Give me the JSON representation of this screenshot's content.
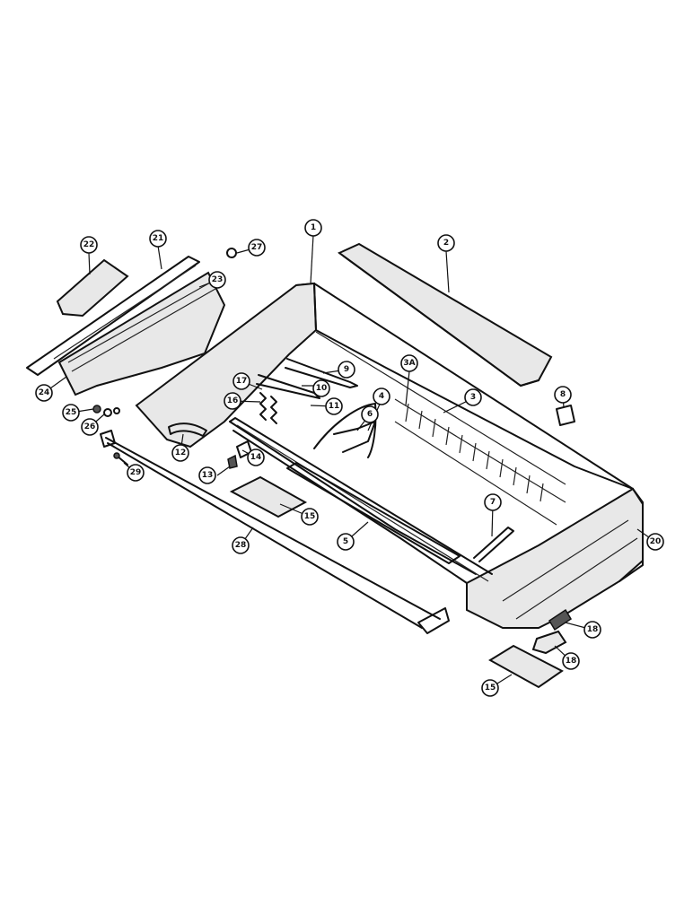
{
  "callouts": [
    {
      "id": "c1",
      "label": "1"
    },
    {
      "id": "c2",
      "label": "2"
    },
    {
      "id": "c3",
      "label": "3"
    },
    {
      "id": "c3a",
      "label": "3A"
    },
    {
      "id": "c4",
      "label": "4"
    },
    {
      "id": "c5",
      "label": "5"
    },
    {
      "id": "c6",
      "label": "6"
    },
    {
      "id": "c7",
      "label": "7"
    },
    {
      "id": "c8",
      "label": "8"
    },
    {
      "id": "c9",
      "label": "9"
    },
    {
      "id": "c10",
      "label": "10"
    },
    {
      "id": "c11",
      "label": "11"
    },
    {
      "id": "c12",
      "label": "12"
    },
    {
      "id": "c13",
      "label": "13"
    },
    {
      "id": "c14",
      "label": "14"
    },
    {
      "id": "c15a",
      "label": "15"
    },
    {
      "id": "c15b",
      "label": "15"
    },
    {
      "id": "c16",
      "label": "16"
    },
    {
      "id": "c17",
      "label": "17"
    },
    {
      "id": "c18a",
      "label": "18"
    },
    {
      "id": "c18b",
      "label": "18"
    },
    {
      "id": "c20",
      "label": "20"
    },
    {
      "id": "c21",
      "label": "21"
    },
    {
      "id": "c22",
      "label": "22"
    },
    {
      "id": "c23",
      "label": "23"
    },
    {
      "id": "c24",
      "label": "24"
    },
    {
      "id": "c25",
      "label": "25"
    },
    {
      "id": "c26",
      "label": "26"
    },
    {
      "id": "c27",
      "label": "27"
    },
    {
      "id": "c28",
      "label": "28"
    },
    {
      "id": "c29",
      "label": "29"
    }
  ]
}
